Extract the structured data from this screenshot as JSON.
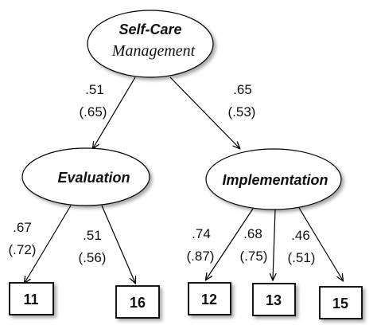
{
  "latents": {
    "top": {
      "line1": "Self-Care",
      "line2": "Management"
    },
    "left": {
      "label": "Evaluation"
    },
    "right": {
      "label": "Implementation"
    }
  },
  "indicators": {
    "i11": "11",
    "i16": "16",
    "i12": "12",
    "i13": "13",
    "i15": "15"
  },
  "paths": {
    "top_to_left": {
      "std": ".51",
      "unstd": "(.65)"
    },
    "top_to_right": {
      "std": ".65",
      "unstd": "(.53)"
    },
    "left_to_11": {
      "std": ".67",
      "unstd": "(.72)"
    },
    "left_to_16": {
      "std": ".51",
      "unstd": "(.56)"
    },
    "right_to_12": {
      "std": ".74",
      "unstd": "(.87)"
    },
    "right_to_13": {
      "std": ".68",
      "unstd": "(.75)"
    },
    "right_to_15": {
      "std": ".46",
      "unstd": "(.51)"
    }
  }
}
